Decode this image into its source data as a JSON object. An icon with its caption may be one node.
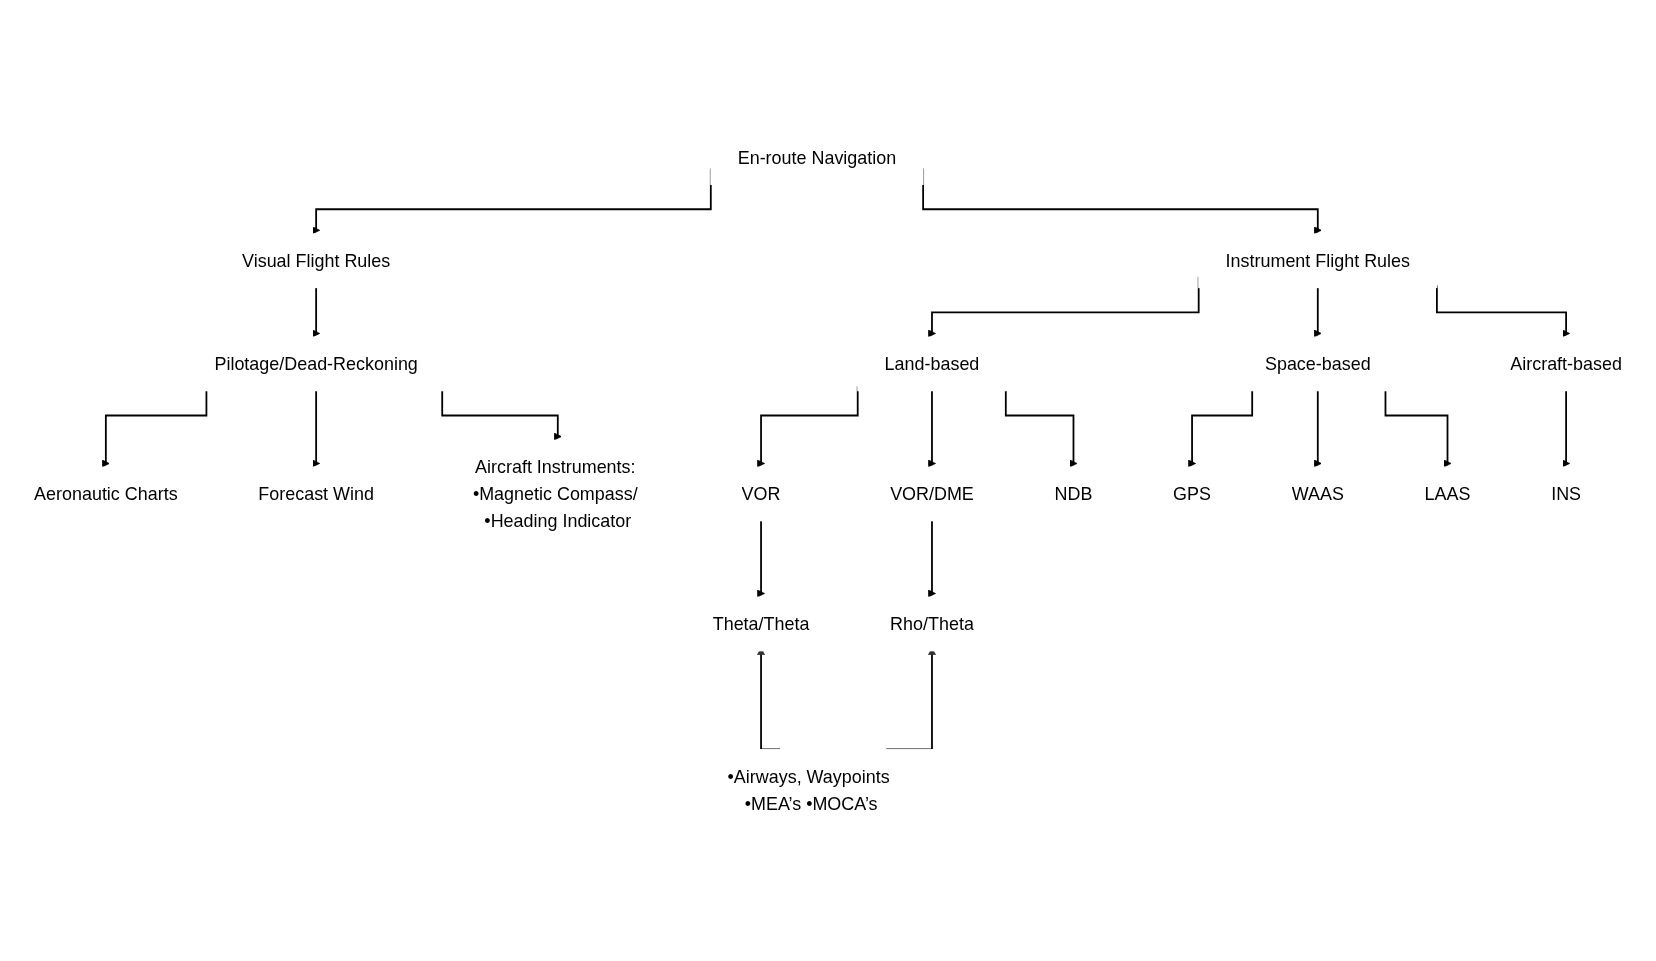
{
  "diagram": {
    "nodes": [
      {
        "text": [
          "En-route Navigation"
        ]
      },
      {
        "text": [
          "Visual Flight Rules"
        ]
      },
      {
        "text": [
          "Instrument Flight Rules"
        ]
      },
      {
        "text": [
          "Pilotage/Dead-Reckoning"
        ]
      },
      {
        "text": [
          "Aeronautic Charts"
        ]
      },
      {
        "text": [
          "Forecast Wind"
        ]
      },
      {
        "text": [
          "Aircraft Instruments: •Magnetic Compass/ •Heading Indicator"
        ]
      },
      {
        "text": [
          "Land-based"
        ]
      },
      {
        "text": [
          "Space-based"
        ]
      },
      {
        "text": [
          "Aircraft-based"
        ]
      },
      {
        "text": [
          "VOR"
        ]
      },
      {
        "text": [
          "VOR/DME"
        ]
      },
      {
        "text": [
          "NDB"
        ]
      },
      {
        "text": [
          "GPS"
        ]
      },
      {
        "text": [
          "WAAS"
        ]
      },
      {
        "text": [
          "LAAS"
        ]
      },
      {
        "text": [
          "INS"
        ]
      },
      {
        "text": [
          "Theta/Theta"
        ]
      },
      {
        "text": [
          "Rho/Theta"
        ]
      },
      {
        "text": [
          "•Airways, Waypoints •MEA’s •MOCA’s"
        ]
      }
    ],
    "edges": [
      {
        "from": 0,
        "to": 1,
        "arrow": "to"
      },
      {
        "from": 0,
        "to": 2,
        "arrow": "to"
      },
      {
        "from": 1,
        "to": 3,
        "arrow": "to"
      },
      {
        "from": 3,
        "to": 4,
        "arrow": "to"
      },
      {
        "from": 3,
        "to": 5,
        "arrow": "to"
      },
      {
        "from": 3,
        "to": 6,
        "arrow": "to"
      },
      {
        "from": 2,
        "to": 7,
        "arrow": "to"
      },
      {
        "from": 2,
        "to": 8,
        "arrow": "to"
      },
      {
        "from": 2,
        "to": 9,
        "arrow": "to"
      },
      {
        "from": 7,
        "to": 10,
        "arrow": "to"
      },
      {
        "from": 7,
        "to": 11,
        "arrow": "to"
      },
      {
        "from": 7,
        "to": 12,
        "arrow": "to"
      },
      {
        "from": 8,
        "to": 13,
        "arrow": "to"
      },
      {
        "from": 8,
        "to": 14,
        "arrow": "to"
      },
      {
        "from": 8,
        "to": 15,
        "arrow": "to"
      },
      {
        "from": 9,
        "to": 16,
        "arrow": "to"
      },
      {
        "from": 10,
        "to": 17,
        "arrow": "to"
      },
      {
        "from": 11,
        "to": 18,
        "arrow": "to"
      },
      {
        "from": 19,
        "to": 17,
        "arrow": "to"
      },
      {
        "from": 19,
        "to": 18,
        "arrow": "to"
      }
    ]
  }
}
